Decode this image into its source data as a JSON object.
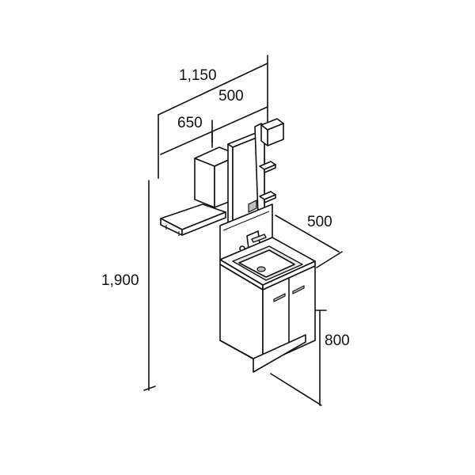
{
  "dimensions": {
    "total_width": "1,150",
    "mirror_width": "500",
    "side_shelf_width": "650",
    "depth": "500",
    "total_height": "1,900",
    "vanity_height": "800"
  }
}
